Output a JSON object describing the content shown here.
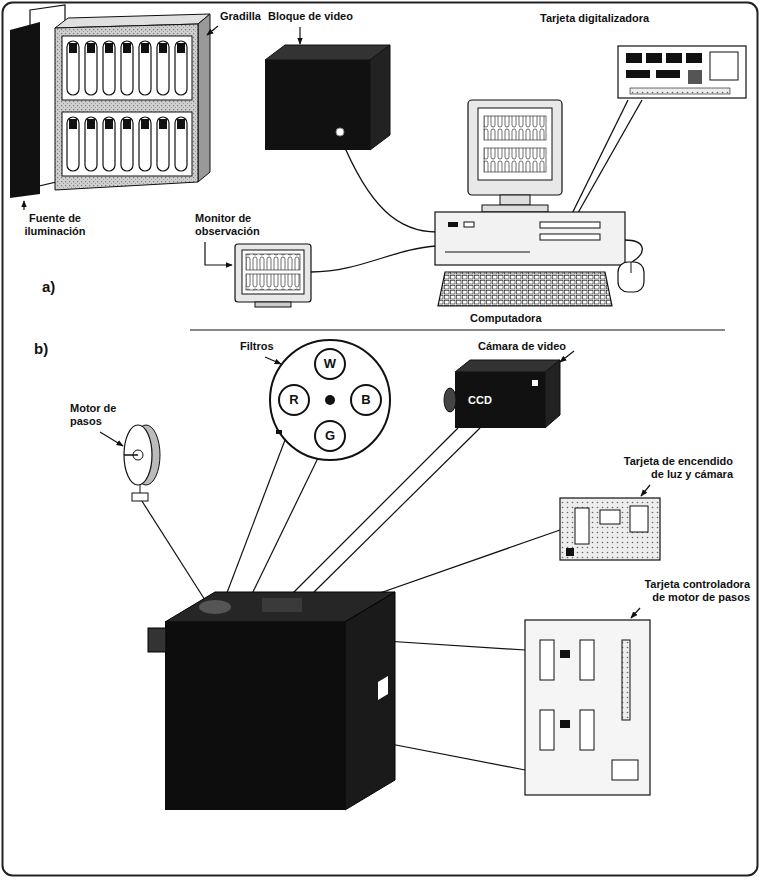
{
  "diagram": {
    "nodes": [
      {
        "text": [
          "W"
        ]
      },
      {
        "text": [
          "R"
        ]
      },
      {
        "text": [
          "B"
        ]
      },
      {
        "text": [
          "G"
        ]
      }
    ],
    "labels": [
      "Gradilla",
      "Bloque de video",
      "Tarjeta digitalizadora",
      "Fuente de iluminación",
      "Monitor de observación",
      "Computadora",
      "a)",
      "Filtros",
      "Cámara de video",
      "b)",
      "Motor de pasos",
      "CCD",
      "Tarjeta de encendido de luz y cámara",
      "Tarjeta controladora de motor de pasos"
    ]
  }
}
